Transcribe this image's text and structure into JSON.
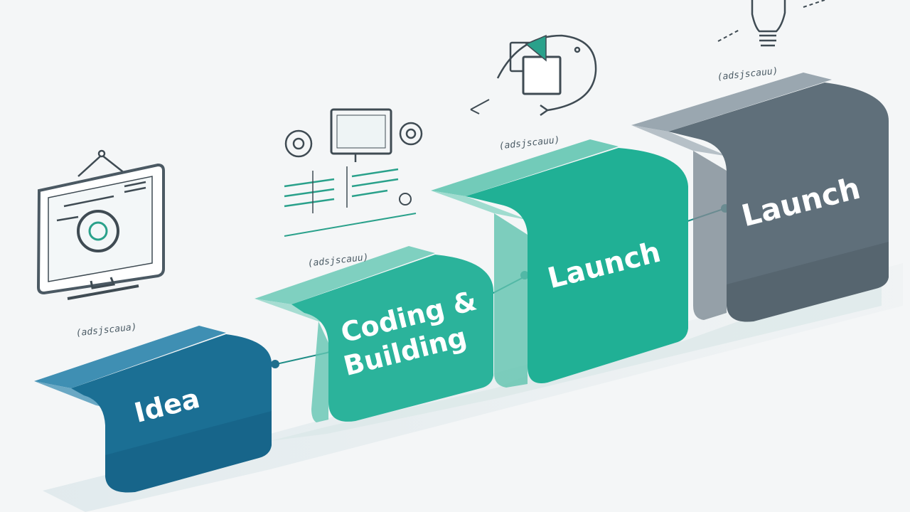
{
  "colors": {
    "background": "#f4f6f7",
    "idea_front": "#1b6f94",
    "idea_top": "#3f8fb3",
    "build_front": "#2bb39b",
    "build_top": "#7fd0c0",
    "launch_front": "#20b095",
    "launch_top": "#72cbb9",
    "final_front": "#5f6f7a",
    "final_top": "#9aa7b0",
    "connector": "#1f8d86",
    "sketch": "#3f4b53",
    "sketch_accent": "#2aa18b"
  },
  "stages": [
    {
      "label_lines": [
        "Idea"
      ],
      "caption": "(adsjscaua)",
      "icon": "monitor-gear-icon"
    },
    {
      "label_lines": [
        "Coding &",
        "Building"
      ],
      "caption": "(adsjscauu)",
      "icon": "code-gears-icon"
    },
    {
      "label_lines": [
        "Launch"
      ],
      "caption": "(adsjscauu)",
      "icon": "cycle-screens-icon"
    },
    {
      "label_lines": [
        "Launch"
      ],
      "caption": "(adsjscauu)",
      "icon": "lightbulb-icon"
    }
  ]
}
